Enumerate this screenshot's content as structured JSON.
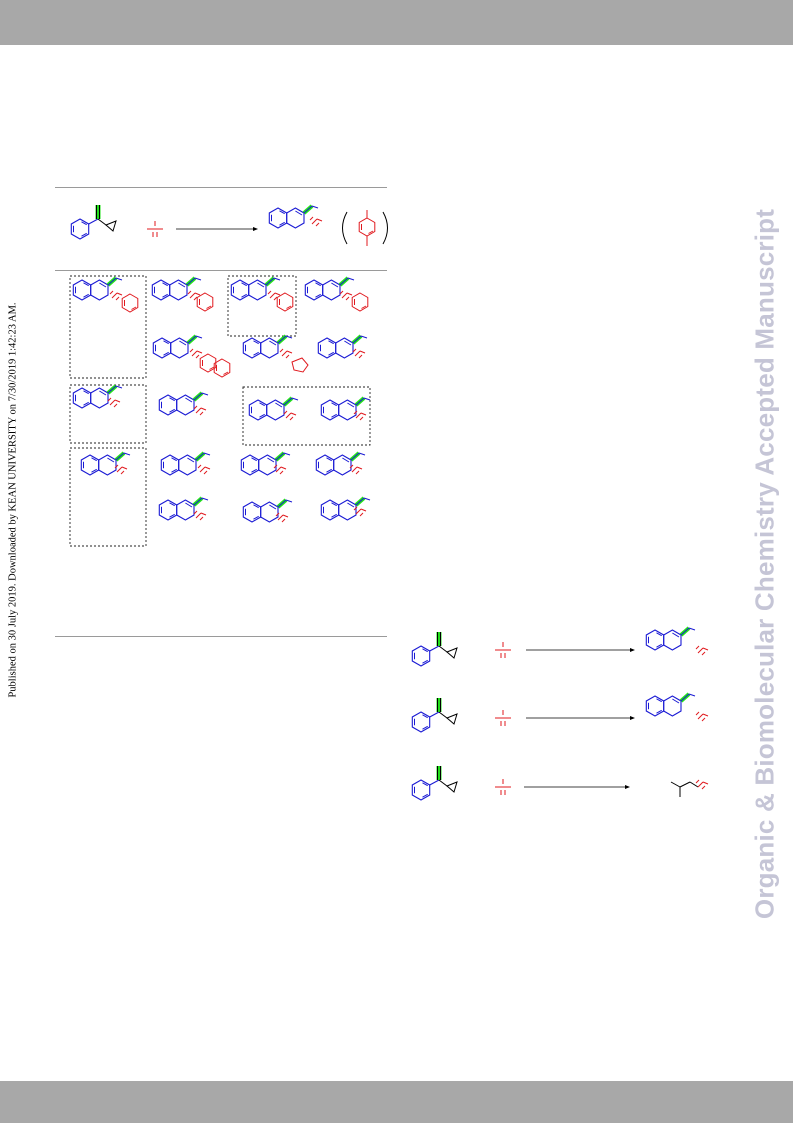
{
  "header": {
    "bar_color": "#a8a8a8"
  },
  "footer": {
    "bar_color": "#a8a8a8"
  },
  "watermark": {
    "text": "Organic & Biomolecular Chemistry Accepted Manuscript",
    "color": "#c5c5d6"
  },
  "side_note": {
    "text": "Published on 30 July 2019. Downloaded by KEAN UNIVERSITY on 7/30/2019 1:42:23 AM."
  },
  "colors": {
    "scaffold": "#1a1ad4",
    "reagent": "#e0191e",
    "highlight": "#22e01a",
    "line": "#9a9a9a",
    "box": "#222222"
  },
  "figures": {
    "scheme_top": {
      "name": "substrate-scope-scheme"
    },
    "scheme_right": {
      "name": "control-experiments-scheme",
      "reactions": 3
    }
  }
}
